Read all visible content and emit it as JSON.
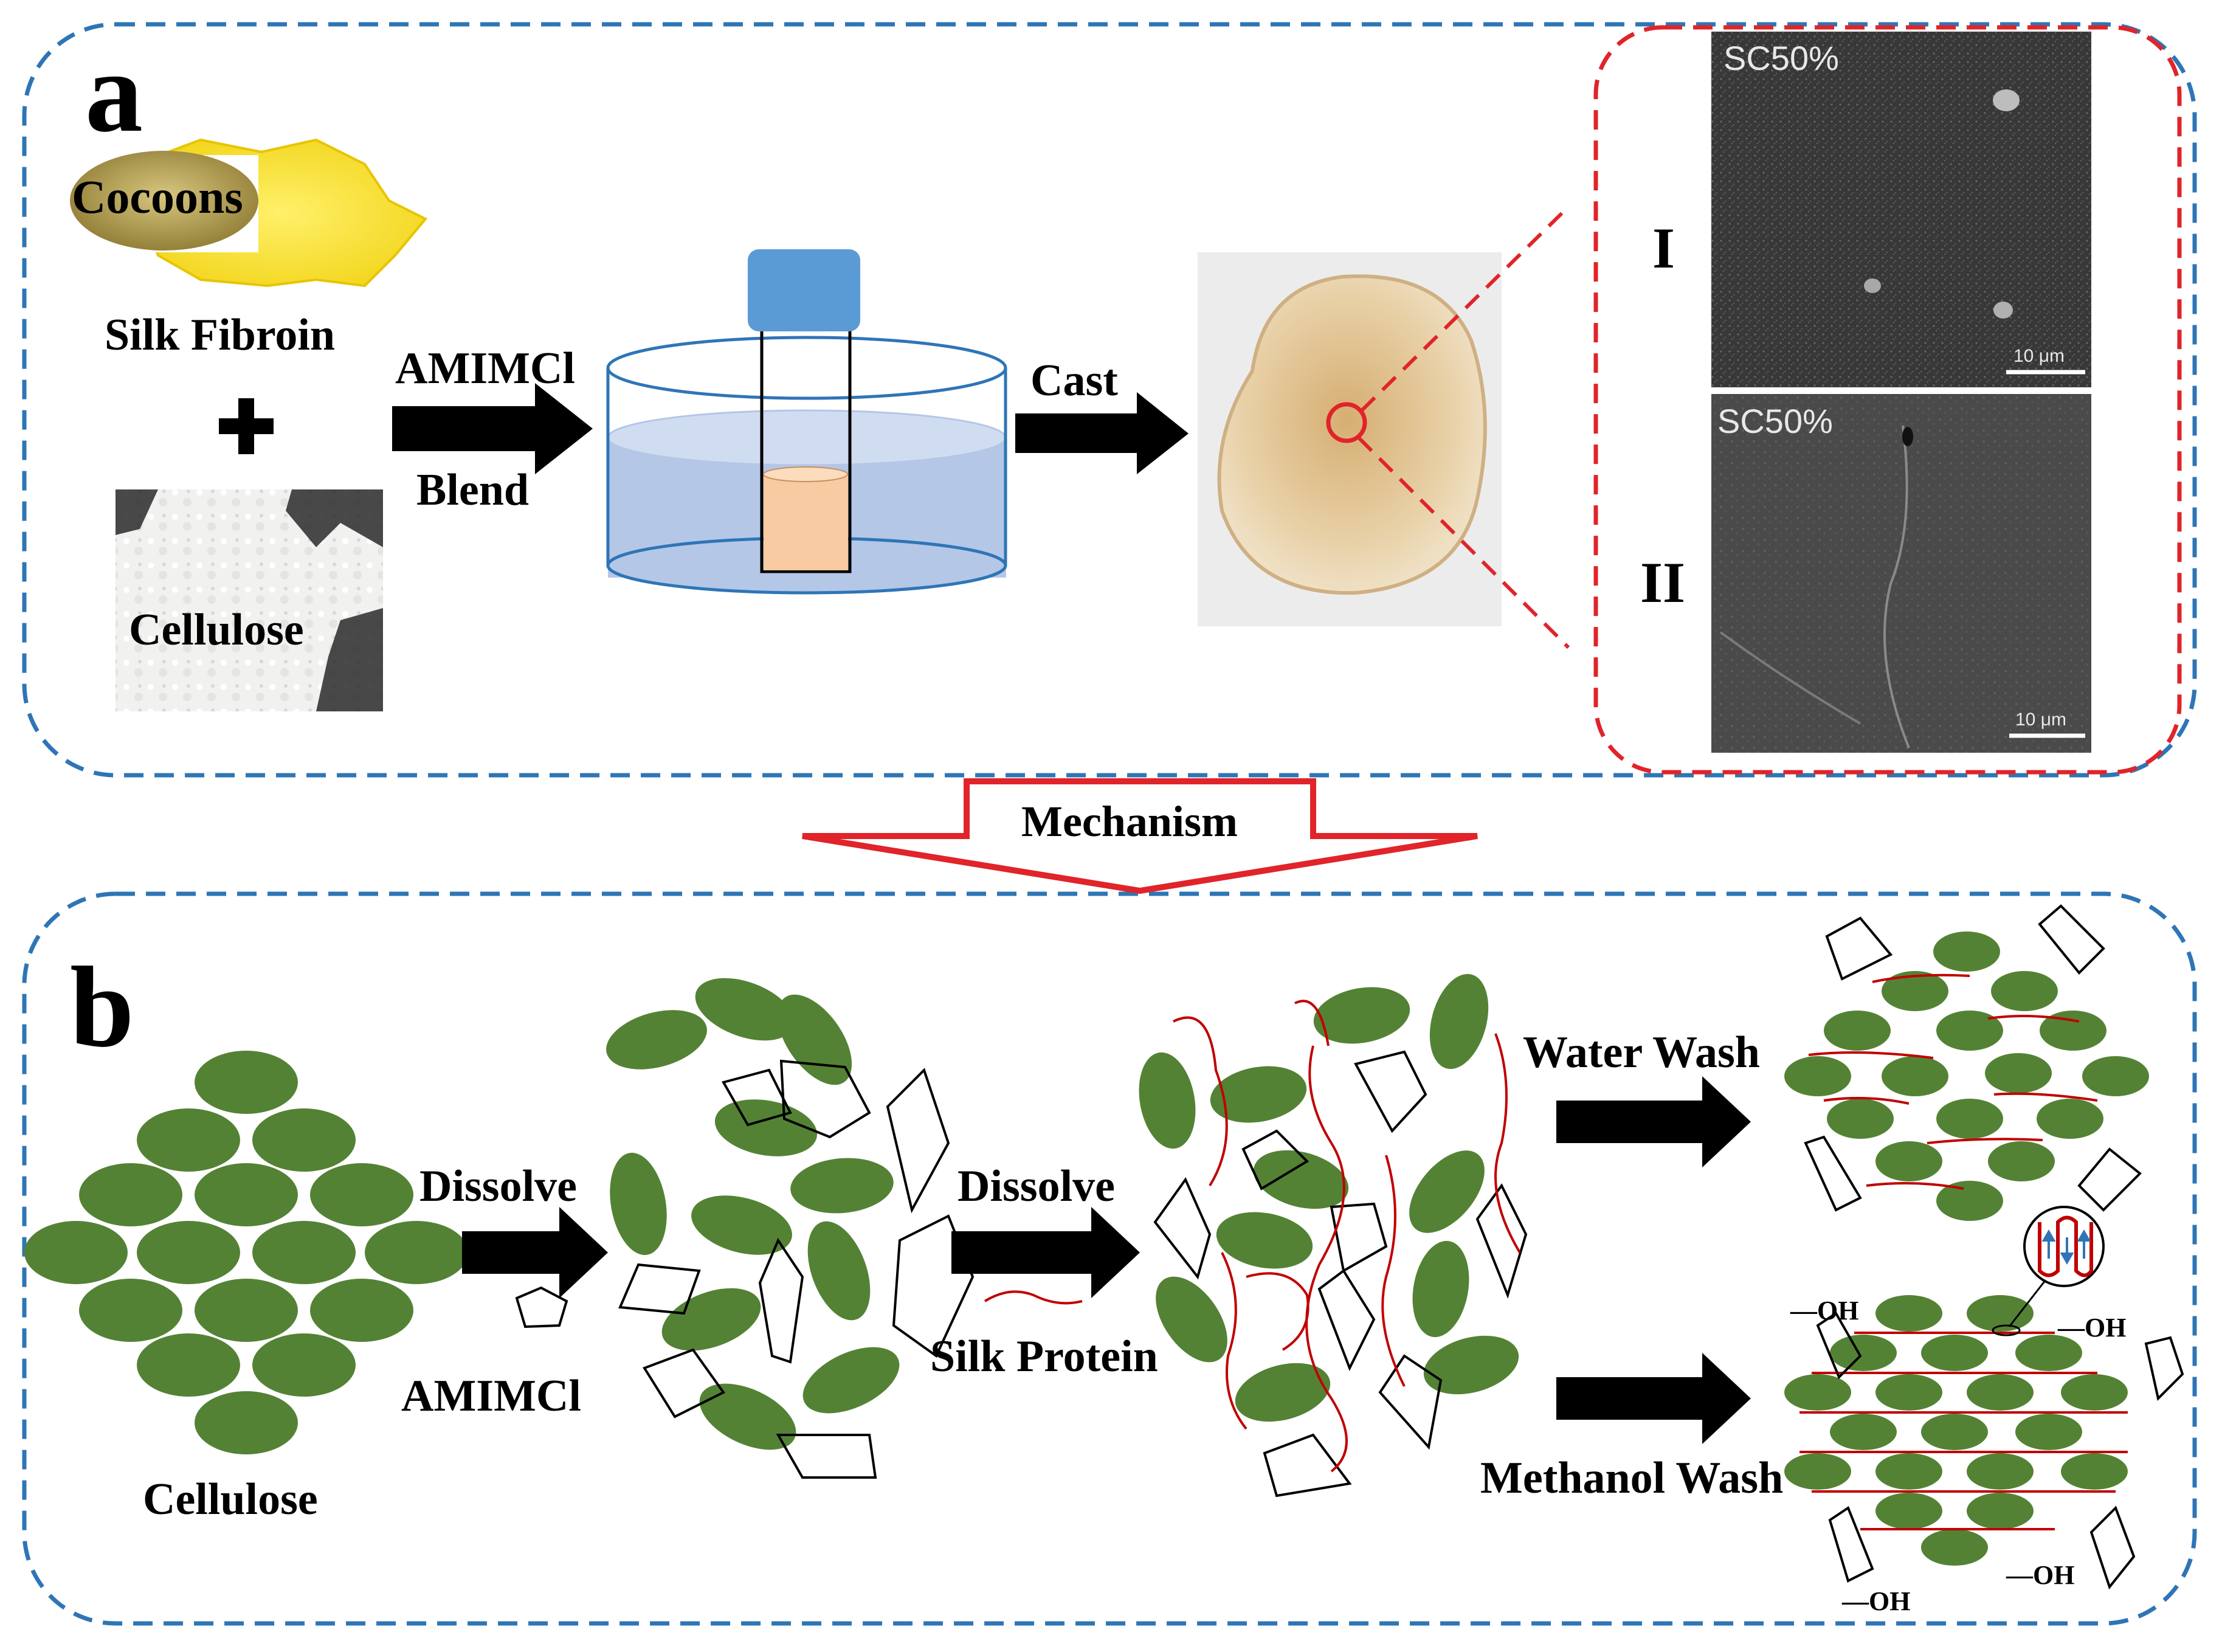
{
  "panel_a": {
    "letter": "a",
    "cocoons": "Cocoons",
    "silk_fibroin": "Silk Fibroin",
    "plus": "+",
    "cellulose": "Cellulose",
    "amimcl": "AMIMCl",
    "blend": "Blend",
    "cast": "Cast",
    "sem_top_label": "SC50%",
    "sem_bottom_label": "SC50%",
    "sem_top_roman": "I",
    "sem_bottom_roman": "II",
    "scale_bar": "10 μm"
  },
  "mechanism": "Mechanism",
  "panel_b": {
    "letter": "b",
    "cellulose": "Cellulose",
    "dissolve_1": "Dissolve",
    "amimcl": "AMIMCl",
    "dissolve_2": "Dissolve",
    "silk_protein": "Silk Protein",
    "water_wash": "Water Wash",
    "methanol_wash": "Methanol Wash",
    "oh": "—OH"
  },
  "colors": {
    "dashed_blue": "#2e75b6",
    "dashed_red": "#e0242a",
    "ellipse_green": "#548235",
    "silk_red": "#c00000",
    "beaker_water": "#b4c7e7",
    "cap_blue": "#5b9bd5",
    "vial_fill": "#f8cba2",
    "cocoon": "#ffeb3b",
    "film": "#d9b98a"
  }
}
